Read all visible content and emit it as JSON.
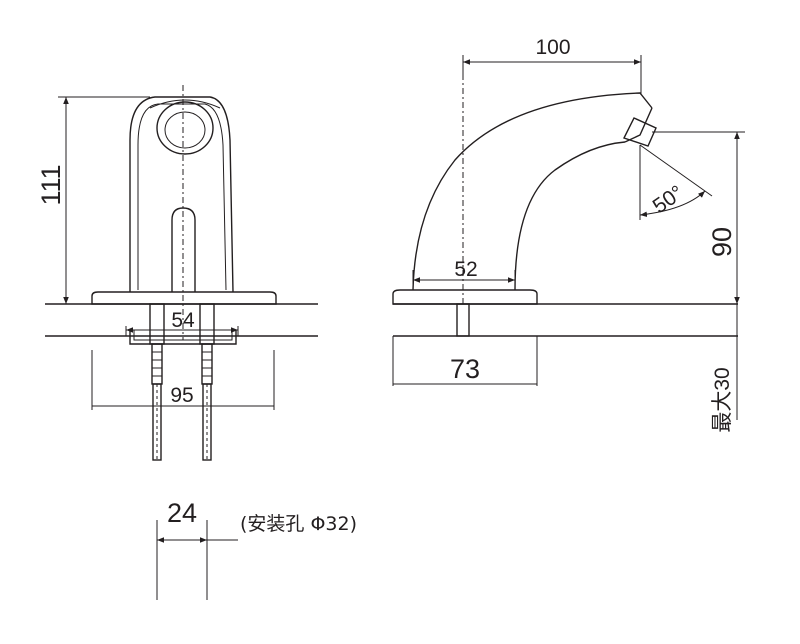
{
  "front_view": {
    "height_label": "111",
    "hole_spacing_label": "54",
    "deck_width_label": "95"
  },
  "side_view": {
    "reach_label": "100",
    "spray_angle_label": "50°",
    "spout_height_label": "90",
    "base_inner_label": "52",
    "base_outer_label": "73",
    "max_deck_label": "最大30"
  },
  "install": {
    "hole_label": "24",
    "hole_note": "(安装孔 Φ32)"
  }
}
